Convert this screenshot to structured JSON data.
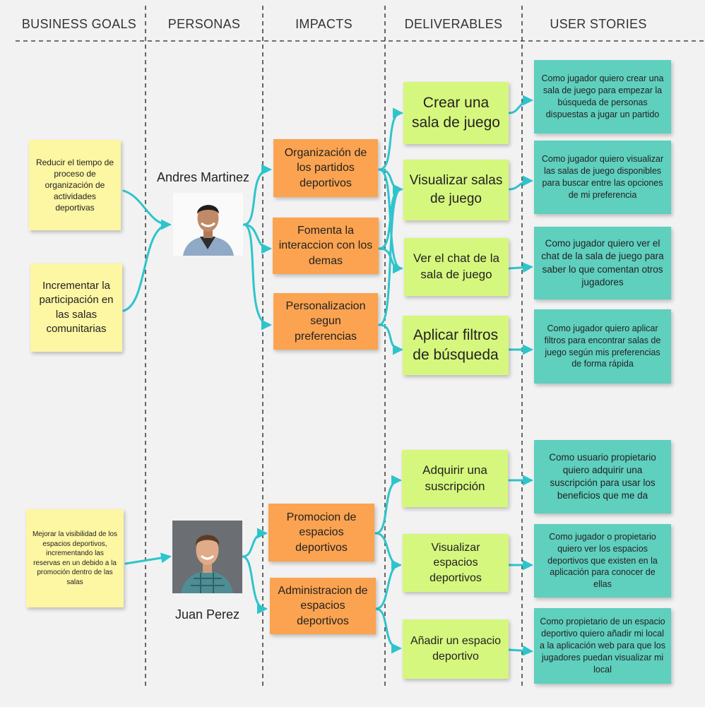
{
  "headers": {
    "business_goals": "BUSINESS GOALS",
    "personas": "PERSONAS",
    "impacts": "IMPACTS",
    "deliverables": "DELIVERABLES",
    "user_stories": "USER STORIES"
  },
  "goals": [
    "Reducir el tiempo de proceso de organización de actividades deportivas",
    "Incrementar la participación en las salas comunitarias",
    "Mejorar la visibilidad de los espacios deportivos, incrementando las reservas en un debido a la promoción dentro de las salas"
  ],
  "personas": [
    "Andres Martinez",
    "Juan Perez"
  ],
  "impacts": [
    "Organización de los partidos deportivos",
    "Fomenta la interaccion con los demas",
    "Personalizacion segun preferencias",
    "Promocion de espacios deportivos",
    "Administracion de espacios deportivos"
  ],
  "deliverables": [
    "Crear una sala de juego",
    "Visualizar salas de juego",
    "Ver el chat de la sala de juego",
    "Aplicar filtros de búsqueda",
    "Adquirir una suscripción",
    "Visualizar espacios deportivos",
    "Añadir un espacio deportivo"
  ],
  "stories": [
    "Como jugador quiero crear una sala de juego para empezar la búsqueda de personas dispuestas a jugar un partido",
    "Como jugador quiero visualizar las salas de juego disponibles para buscar entre las opciones de mi preferencia",
    "Como jugador quiero ver el chat de la sala de juego para saber lo que comentan otros jugadores",
    "Como jugador quiero aplicar filtros para encontrar salas de juego según mis preferencias de forma rápida",
    "Como usuario propietario quiero adquirir una suscripción para usar los beneficios que me da",
    "Como jugador o propietario quiero ver los espacios deportivos que existen en la aplicación para conocer de ellas",
    "Como propietario de un espacio deportivo quiero añadir mi local a la aplicación web para que los jugadores puedan visualizar mi local"
  ],
  "colors": {
    "goal": "#fdf6a3",
    "impact": "#fba350",
    "deliverable": "#d6f77d",
    "story": "#5fcfbe",
    "connector": "#2ec4cc"
  }
}
